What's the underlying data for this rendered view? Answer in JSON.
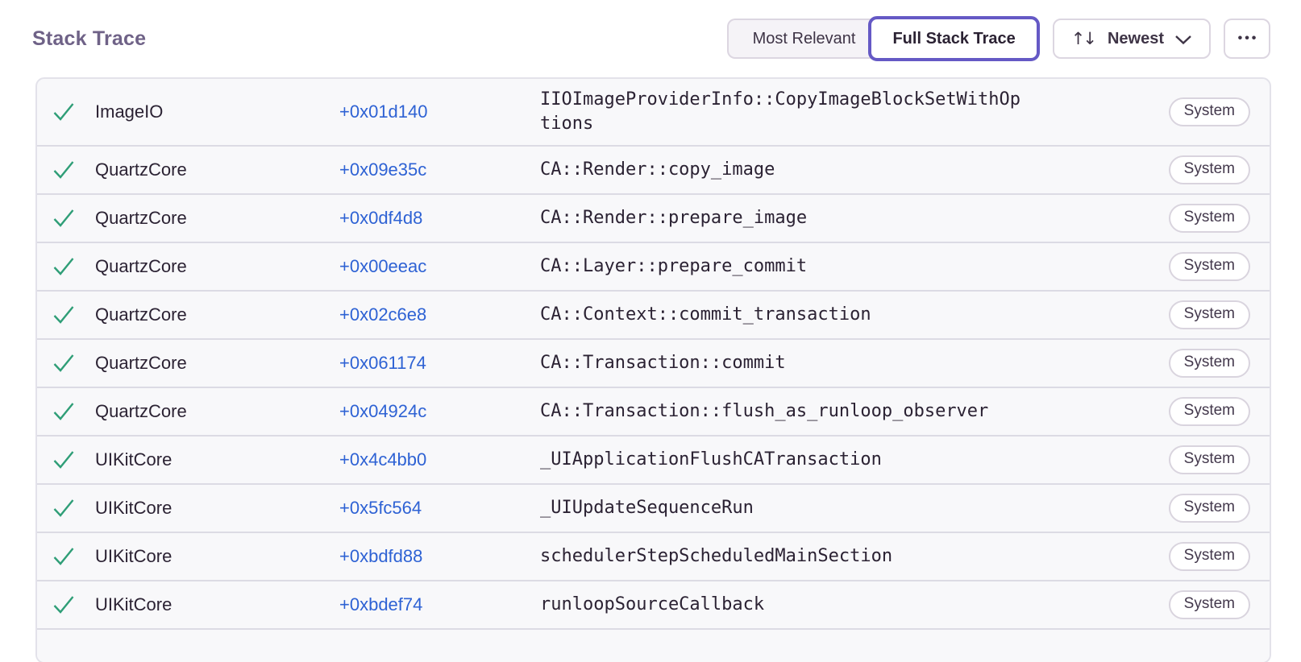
{
  "page": {
    "title": "Stack Trace"
  },
  "toolbar": {
    "view_options": [
      {
        "label": "Most Relevant",
        "active": false
      },
      {
        "label": "Full Stack Trace",
        "active": true
      }
    ],
    "sort": {
      "glyph": "↑↓",
      "label": "Newest"
    },
    "more": {
      "glyph": "•••"
    }
  },
  "table": {
    "frames": [
      {
        "module": "ImageIO",
        "address": "+0x01d140",
        "function": "IIOImageProviderInfo::CopyImageBlockSetWithOptions",
        "badge": "System"
      },
      {
        "module": "QuartzCore",
        "address": "+0x09e35c",
        "function": "CA::Render::copy_image",
        "badge": "System"
      },
      {
        "module": "QuartzCore",
        "address": "+0x0df4d8",
        "function": "CA::Render::prepare_image",
        "badge": "System"
      },
      {
        "module": "QuartzCore",
        "address": "+0x00eeac",
        "function": "CA::Layer::prepare_commit",
        "badge": "System"
      },
      {
        "module": "QuartzCore",
        "address": "+0x02c6e8",
        "function": "CA::Context::commit_transaction",
        "badge": "System"
      },
      {
        "module": "QuartzCore",
        "address": "+0x061174",
        "function": "CA::Transaction::commit",
        "badge": "System"
      },
      {
        "module": "QuartzCore",
        "address": "+0x04924c",
        "function": "CA::Transaction::flush_as_runloop_observer",
        "badge": "System"
      },
      {
        "module": "UIKitCore",
        "address": "+0x4c4bb0",
        "function": "_UIApplicationFlushCATransaction",
        "badge": "System"
      },
      {
        "module": "UIKitCore",
        "address": "+0x5fc564",
        "function": "_UIUpdateSequenceRun",
        "badge": "System"
      },
      {
        "module": "UIKitCore",
        "address": "+0xbdfd88",
        "function": "schedulerStepScheduledMainSection",
        "badge": "System"
      },
      {
        "module": "UIKitCore",
        "address": "+0xbdef74",
        "function": "runloopSourceCallback",
        "badge": "System"
      }
    ]
  },
  "colors": {
    "accent_purple": "#6559C5",
    "link_blue": "#2E62D4",
    "check_green": "#2F9E77",
    "title_gray": "#6F6287",
    "text_dark": "#2B2233",
    "button_text": "#3E3446",
    "border_light": "#DCD6E1",
    "row_background": "#F8F8FA",
    "row_divider": "#DCDBE4"
  }
}
